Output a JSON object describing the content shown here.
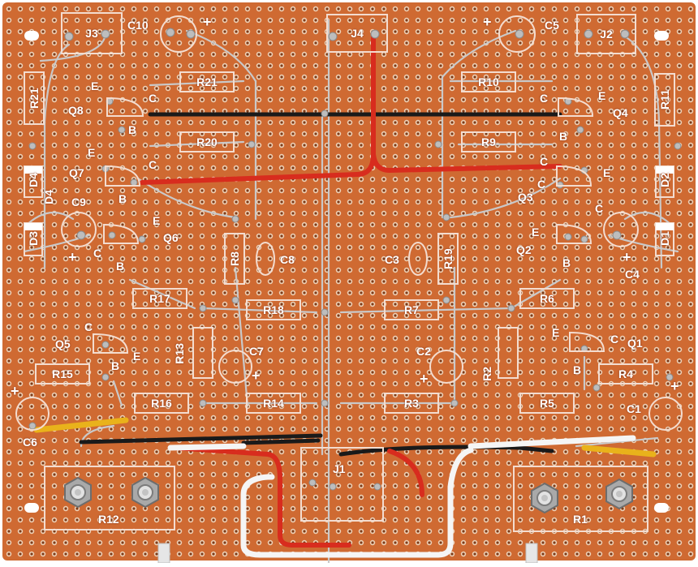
{
  "labels": {
    "J3": "J3",
    "C10": "C10",
    "J4": "J4",
    "C5": "C5",
    "J2": "J2",
    "R21": "R21",
    "R21b": "R21",
    "R10": "R10",
    "R11": "R11",
    "Q8": "Q8",
    "Q4": "Q4",
    "R20": "R20",
    "R9": "R9",
    "Q7": "Q7",
    "Q3": "Q3",
    "D4": "D4",
    "D4b": "D4",
    "D2": "D2",
    "C9": "C9",
    "C4": "C4",
    "D3": "D3",
    "D1": "D1",
    "Q6": "Q6",
    "Q2": "Q2",
    "R8": "R8",
    "C8": "C8",
    "C3": "C3",
    "R19": "R19",
    "R17": "R17",
    "R18": "R18",
    "R7": "R7",
    "R6": "R6",
    "Q5": "Q5",
    "Q1": "Q1",
    "R13": "R13",
    "C7": "C7",
    "C2": "C2",
    "R2": "R2",
    "R15": "R15",
    "R4": "R4",
    "R16": "R16",
    "R14": "R14",
    "R3": "R3",
    "R5": "R5",
    "C6": "C6",
    "C1": "C1",
    "J1": "J1",
    "R12": "R12",
    "R1": "R1"
  },
  "pins": {
    "E": "E",
    "B": "B",
    "C": "C",
    "plus": "+"
  }
}
